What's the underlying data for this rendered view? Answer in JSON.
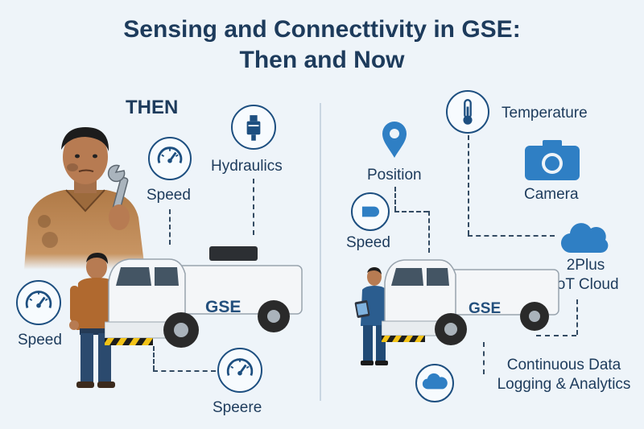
{
  "title": {
    "line1": "Sensing and Connecttivity in GSE:",
    "line2": "Then and Now"
  },
  "then": {
    "heading": "THEN",
    "labels": {
      "speed_top": "Speed",
      "hydraulics": "Hydraulics",
      "speed_left": "Speed",
      "speere": "Speere"
    },
    "vehicle_text": "GSE",
    "icons": [
      "gauge-icon",
      "hydraulic-cylinder-icon",
      "gauge-icon",
      "gauge-icon",
      "wrench-icon"
    ]
  },
  "now": {
    "labels": {
      "temperature": "Temperature",
      "position": "Position",
      "camera": "Camera",
      "speed": "Speed",
      "cloud_line1": "2Plus",
      "cloud_line2": "IoT Cloud",
      "analytics_line1": "Continuous Data",
      "analytics_line2": "Logging & Analytics"
    },
    "vehicle_text": "GSE",
    "icons": [
      "thermometer-icon",
      "location-pin-icon",
      "camera-icon",
      "speed-sensor-icon",
      "cloud-icon",
      "cloud-icon",
      "tablet-icon"
    ]
  },
  "colors": {
    "background": "#eef4f9",
    "navy": "#1d3b5c",
    "accent_blue": "#2f7fc4",
    "truck_white": "#f4f6f8",
    "hazard_yellow": "#f2c318"
  }
}
